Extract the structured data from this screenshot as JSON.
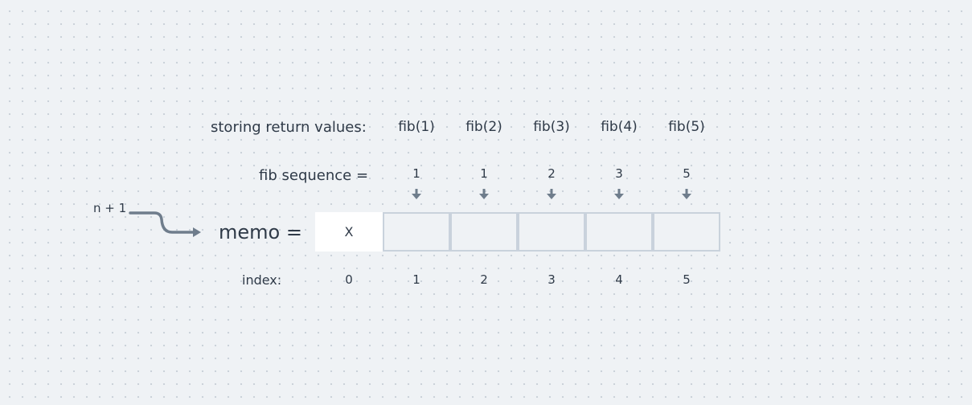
{
  "labels": {
    "storing": "storing return values:",
    "fib_sequence": "fib sequence =",
    "memo": "memo =",
    "index": "index:",
    "n_plus_one": "n + 1"
  },
  "fib_calls": [
    "fib(1)",
    "fib(2)",
    "fib(3)",
    "fib(4)",
    "fib(5)"
  ],
  "fib_values": [
    "1",
    "1",
    "2",
    "3",
    "5"
  ],
  "memo_cells": [
    "X",
    "",
    "",
    "",
    "",
    ""
  ],
  "indices": [
    "0",
    "1",
    "2",
    "3",
    "4",
    "5"
  ],
  "colors": {
    "background": "#eff2f5",
    "text": "#2f3a48",
    "arrow": "#6f7d8c",
    "cell_border": "#c9d2dc"
  }
}
